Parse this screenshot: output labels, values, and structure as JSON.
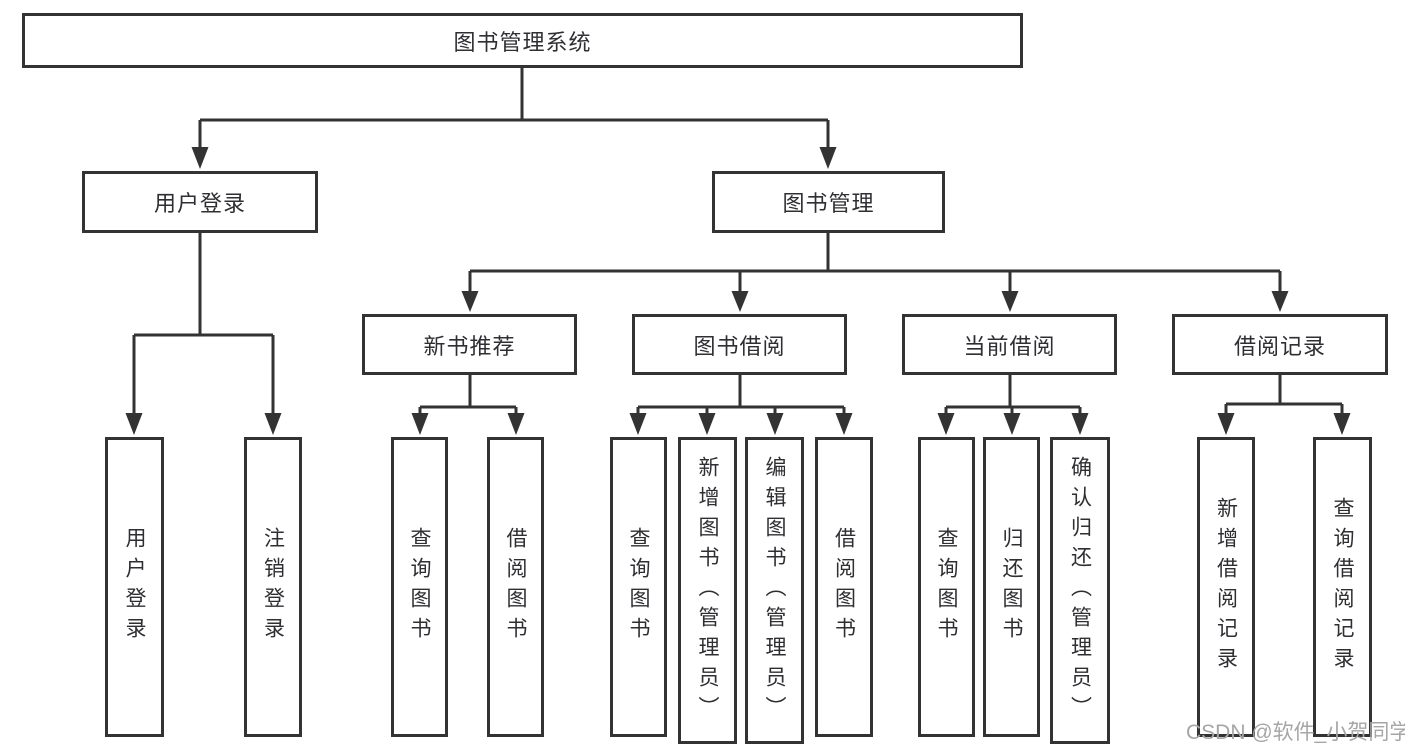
{
  "diagram": {
    "title": "图书管理系统",
    "level2": {
      "user_login": "用户登录",
      "book_mgmt": "图书管理"
    },
    "level3": {
      "new_rec": "新书推荐",
      "borrow": "图书借阅",
      "current": "当前借阅",
      "records": "借阅记录"
    },
    "leaves": {
      "user_login": "用户登录",
      "logout": "注销登录",
      "rec_query": "查询图书",
      "rec_borrow": "借阅图书",
      "bor_query": "查询图书",
      "bor_add": "新增图书（管理员）",
      "bor_edit": "编辑图书（管理员）",
      "bor_borrow": "借阅图书",
      "cur_query": "查询图书",
      "cur_return": "归还图书",
      "cur_confirm": "确认归还（管理员）",
      "log_add": "新增借阅记录",
      "log_query": "查询借阅记录"
    }
  },
  "watermark": {
    "text": "CSDN @软件_小贺同学"
  },
  "colors": {
    "line": "#333333",
    "text": "#2f2f33",
    "watermark": "#a6a6a6",
    "background": "#ffffff"
  }
}
